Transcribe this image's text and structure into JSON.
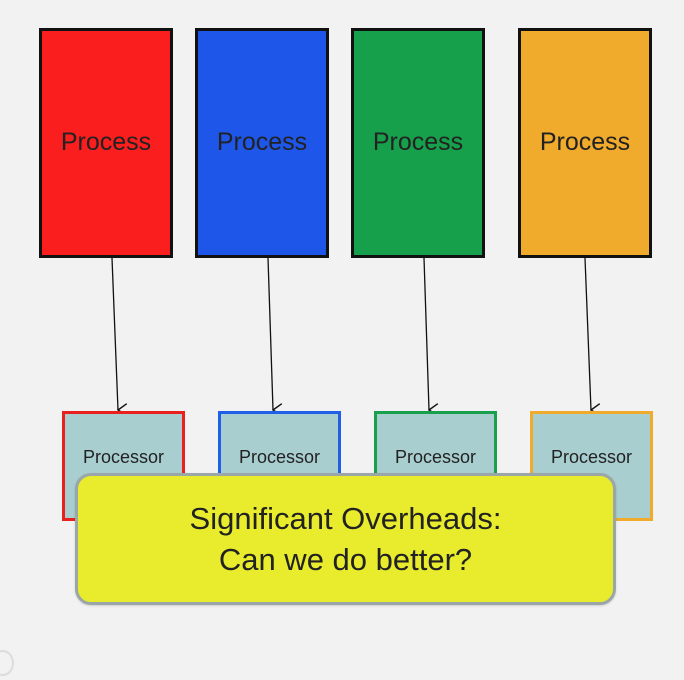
{
  "processes": [
    {
      "label": "Process",
      "color": "#fb1e1e"
    },
    {
      "label": "Process",
      "color": "#1e56ea"
    },
    {
      "label": "Process",
      "color": "#17a04b"
    },
    {
      "label": "Process",
      "color": "#f0aa2c"
    }
  ],
  "processors": [
    {
      "label": "Processor",
      "border_color": "#e8201e"
    },
    {
      "label": "Processor",
      "border_color": "#2060e8"
    },
    {
      "label": "Processor",
      "border_color": "#19a04c"
    },
    {
      "label": "Processor",
      "border_color": "#f0aa2c"
    }
  ],
  "callout": {
    "line1": "Significant  Overheads:",
    "line2": "Can we do better?",
    "background": "#e8ec2c"
  }
}
